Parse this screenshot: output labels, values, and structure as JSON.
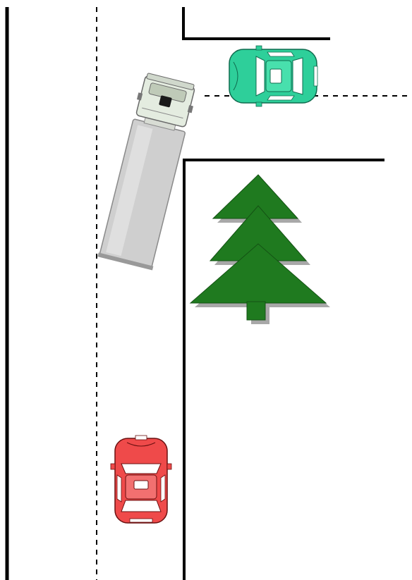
{
  "scene": {
    "description_title": "",
    "colors": {
      "background": "#ffffff",
      "road_line": "#000000",
      "tree_fill": "#1f7a1f",
      "tree_shadow": "#999999",
      "car_green": "#2ecf9a",
      "car_red": "#ef4a4a",
      "truck_cab": "#e4ece0",
      "truck_trailer": "#c8c8c8"
    },
    "objects": [
      {
        "kind": "truck",
        "icon": "truck-icon"
      },
      {
        "kind": "car",
        "icon": "green-car-icon"
      },
      {
        "kind": "car",
        "icon": "red-car-icon"
      },
      {
        "kind": "tree",
        "icon": "pine-tree-icon"
      }
    ]
  }
}
